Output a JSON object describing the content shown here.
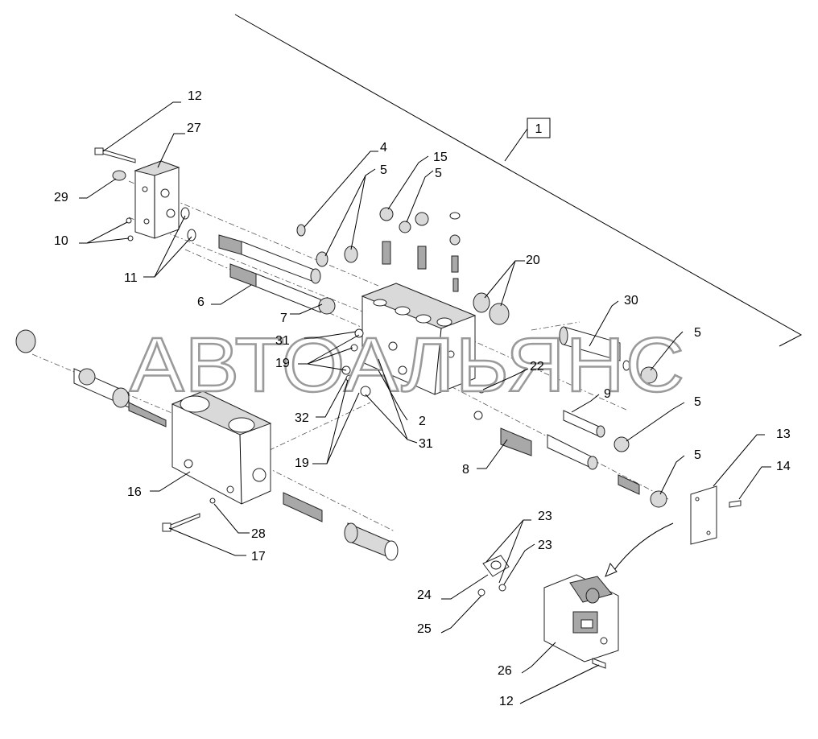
{
  "watermark": "АВТОАЛЬЯНС",
  "assembly_box_label": "1",
  "callouts": [
    {
      "id": "c12a",
      "text": "12"
    },
    {
      "id": "c27",
      "text": "27"
    },
    {
      "id": "c29",
      "text": "29"
    },
    {
      "id": "c10",
      "text": "10"
    },
    {
      "id": "c11",
      "text": "11"
    },
    {
      "id": "c4",
      "text": "4"
    },
    {
      "id": "c5a",
      "text": "5"
    },
    {
      "id": "c15",
      "text": "15"
    },
    {
      "id": "c5b",
      "text": "5"
    },
    {
      "id": "c20",
      "text": "20"
    },
    {
      "id": "c6",
      "text": "6"
    },
    {
      "id": "c7",
      "text": "7"
    },
    {
      "id": "c31a",
      "text": "31"
    },
    {
      "id": "c19a",
      "text": "19"
    },
    {
      "id": "c30",
      "text": "30"
    },
    {
      "id": "c5c",
      "text": "5"
    },
    {
      "id": "c22",
      "text": "22"
    },
    {
      "id": "c9",
      "text": "9"
    },
    {
      "id": "c5d",
      "text": "5"
    },
    {
      "id": "c32",
      "text": "32"
    },
    {
      "id": "c2",
      "text": "2"
    },
    {
      "id": "c31b",
      "text": "31"
    },
    {
      "id": "c19b",
      "text": "19"
    },
    {
      "id": "c8",
      "text": "8"
    },
    {
      "id": "c5e",
      "text": "5"
    },
    {
      "id": "c13",
      "text": "13"
    },
    {
      "id": "c14",
      "text": "14"
    },
    {
      "id": "c16",
      "text": "16"
    },
    {
      "id": "c28",
      "text": "28"
    },
    {
      "id": "c17",
      "text": "17"
    },
    {
      "id": "c23a",
      "text": "23"
    },
    {
      "id": "c23b",
      "text": "23"
    },
    {
      "id": "c24",
      "text": "24"
    },
    {
      "id": "c25",
      "text": "25"
    },
    {
      "id": "c26",
      "text": "26"
    },
    {
      "id": "c12b",
      "text": "12"
    }
  ]
}
